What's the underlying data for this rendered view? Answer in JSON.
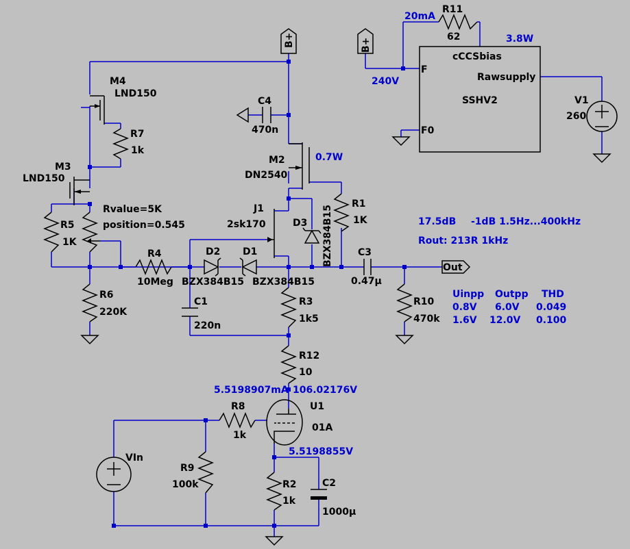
{
  "labels": {
    "bplus_top": "B+",
    "bplus_right": "B+",
    "out_port": "Out",
    "m4_name": "M4",
    "m4_type": "LND150",
    "r7_name": "R7",
    "r7_value": "1k",
    "m3_name": "M3",
    "m3_type": "LND150",
    "r5_name": "R5",
    "r5_value": "1K",
    "pot_rvalue": "Rvalue=5K",
    "pot_position": "position=0.545",
    "r4_name": "R4",
    "r4_value": "10Meg",
    "r6_name": "R6",
    "r6_value": "220K",
    "c4_name": "C4",
    "c4_value": "470n",
    "m2_name": "M2",
    "m2_type": "DN2540",
    "m2_power": "0.7W",
    "j1_name": "J1",
    "j1_type": "2sk170",
    "d3_name": "D3",
    "d3_type": "BZX384B15",
    "r1_name": "R1",
    "r1_value": "1K",
    "d2_name": "D2",
    "d2_type": "BZX384B15",
    "d1_name": "D1",
    "d1_type": "BZX384B15",
    "c1_name": "C1",
    "c1_value": "220n",
    "r3_name": "R3",
    "r3_value": "1k5",
    "c3_name": "C3",
    "c3_value": "0.47µ",
    "r10_name": "R10",
    "r10_value": "470k",
    "r12_name": "R12",
    "r12_value": "10",
    "u1_name": "U1",
    "u1_type": "01A",
    "r8_name": "R8",
    "r8_value": "1k",
    "vin_name": "VIn",
    "r9_name": "R9",
    "r9_value": "100k",
    "r2_name": "R2",
    "r2_value": "1k",
    "c2_name": "C2",
    "c2_value": "1000µ",
    "r11_name": "R11",
    "r11_value": "62",
    "v1_name": "V1",
    "v1_value": "260",
    "sshv_label_top": "cCCSbias",
    "sshv_pin_raw": "Rawsupply",
    "sshv_name": "SSHV2",
    "sshv_pin_f": "F",
    "sshv_pin_f0": "F0"
  },
  "annotations": {
    "current_20ma": "20mA",
    "power_3_8w": "3.8W",
    "voltage_240v": "240V",
    "tube_current": "5.5198907mA",
    "plate_voltage": "106.02176V",
    "cathode_voltage": "5.5198855V",
    "gain": "17.5dB",
    "bandwidth": "-1dB  1.5Hz...400kHz",
    "rout": "Rout: 213R  1kHz"
  },
  "thd_table": {
    "headers": [
      "Uinpp",
      "Outpp",
      "THD"
    ],
    "rows": [
      [
        "0.8V",
        "6.0V",
        "0.049"
      ],
      [
        "1.6V",
        "12.0V",
        "0.100"
      ]
    ]
  },
  "colors": {
    "background": "#c0c0c0",
    "wire": "#0000cc",
    "component": "#000000"
  }
}
